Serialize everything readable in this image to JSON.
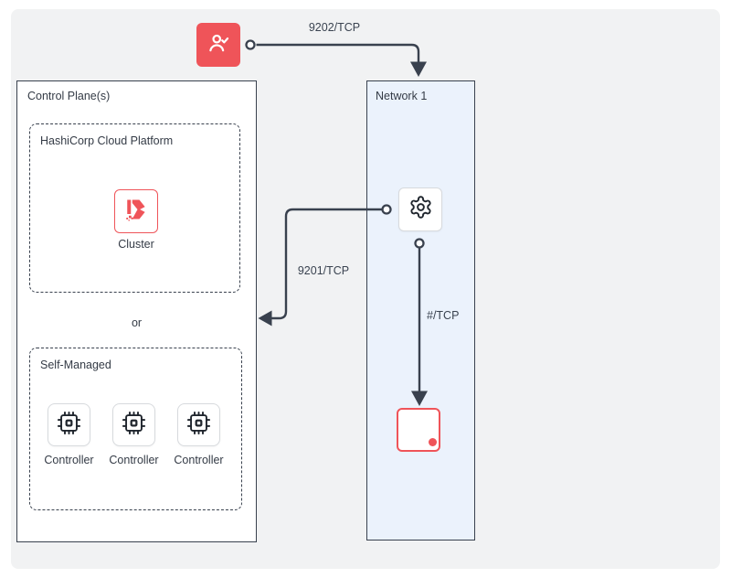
{
  "client": {
    "icon": "user-check-icon"
  },
  "edges": {
    "client_to_network": {
      "label": "9202/TCP"
    },
    "worker_to_control_plane": {
      "label": "9201/TCP"
    },
    "worker_to_target": {
      "label": "#/TCP"
    }
  },
  "control_plane": {
    "title": "Control Plane(s)",
    "hcp": {
      "title": "HashiCorp Cloud Platform",
      "cluster_label": "Cluster",
      "cluster_icon": "boundary-logo-icon"
    },
    "or_label": "or",
    "self_managed": {
      "title": "Self-Managed",
      "controller_icon": "cpu-icon",
      "controllers": [
        "Controller",
        "Controller",
        "Controller"
      ]
    }
  },
  "network": {
    "title": "Network 1",
    "worker_icon": "gear-icon",
    "target_icon": "target-dot-icon"
  },
  "colors": {
    "accent_red": "#ef5459",
    "line_dark": "#39414e",
    "network_fill": "#ebf2fc",
    "canvas_fill": "#f1f2f3"
  }
}
